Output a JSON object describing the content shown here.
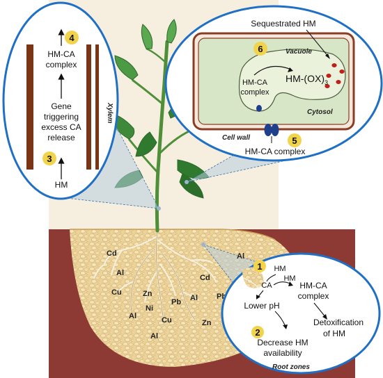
{
  "colors": {
    "accent_blue": "#1f6fc5",
    "badge_yellow": "#f2d44c",
    "soil_dark": "#8e3a34",
    "soil_light": "#e9cf8f",
    "xylem_brown": "#7a3514",
    "leaf_green": "#3f8a3a",
    "cell_fill": "#cfe0c0",
    "vacuole_fill": "#dfe9cf",
    "hm_dot": "#c0201a"
  },
  "icons": [
    "up-arrow-icon",
    "transporter-icon",
    "hm-dot-icon",
    "root-icon",
    "leaf-icon"
  ],
  "xylem_panel": {
    "badge_top": "4",
    "complex_line1": "HM-CA",
    "complex_line2": "complex",
    "gene_line1": "Gene",
    "gene_line2": "triggering",
    "gene_line3": "excess CA",
    "gene_line4": "release",
    "badge_bottom": "3",
    "hm": "HM",
    "xylem_label": "Xylem"
  },
  "cell_panel": {
    "sequestrated": "Sequestrated HM",
    "badge": "6",
    "vacuole": "Vacuole",
    "complex_line1": "HM-CA",
    "complex_line2": "complex",
    "oxide": "HM-(OX)",
    "oxide_sub": "3",
    "cytosol": "Cytosol",
    "cell_wall": "Cell wall",
    "badge_bottom": "5",
    "transport_label": "HM-CA complex"
  },
  "root_panel": {
    "badge_top": "1",
    "hm1": "HM",
    "hm2": "HM",
    "ca": "CA",
    "complex_line1": "HM-CA",
    "complex_line2": "complex",
    "lower_ph": "Lower pH",
    "badge_bottom": "2",
    "decrease_line1": "Decrease HM",
    "decrease_line2": "availability",
    "detox_line1": "Detoxification",
    "detox_line2": "of HM",
    "zones": "Root zones"
  },
  "soil_metals": [
    "Cd",
    "Al",
    "Cu",
    "Zn",
    "Ni",
    "Pb",
    "Al",
    "Cd",
    "Pb",
    "Al",
    "Cu",
    "Zn",
    "Al",
    "Al"
  ]
}
